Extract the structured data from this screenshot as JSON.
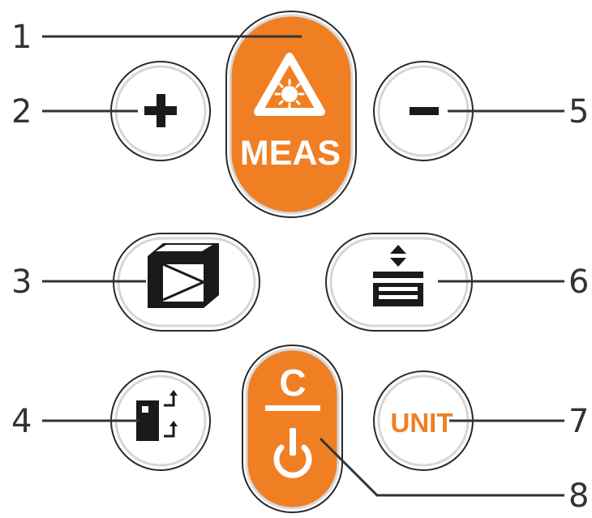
{
  "colors": {
    "orange": "#f07f24",
    "ink": "#1a1a1a",
    "leader": "#333333",
    "bezel": "#d6d6d6"
  },
  "callouts": [
    "1",
    "2",
    "3",
    "4",
    "5",
    "6",
    "7",
    "8"
  ],
  "buttons": {
    "meas": {
      "label": "MEAS",
      "icon": "laser-warning-icon"
    },
    "plus": {
      "label": "+",
      "icon": "plus-icon"
    },
    "minus": {
      "label": "−",
      "icon": "minus-icon"
    },
    "area_volume": {
      "icon": "volume-measure-icon"
    },
    "memory": {
      "icon": "memory-stack-icon"
    },
    "reference": {
      "icon": "reference-point-icon"
    },
    "clear_power": {
      "label": "C",
      "icon": "power-icon"
    },
    "unit": {
      "label": "UNIT"
    }
  }
}
